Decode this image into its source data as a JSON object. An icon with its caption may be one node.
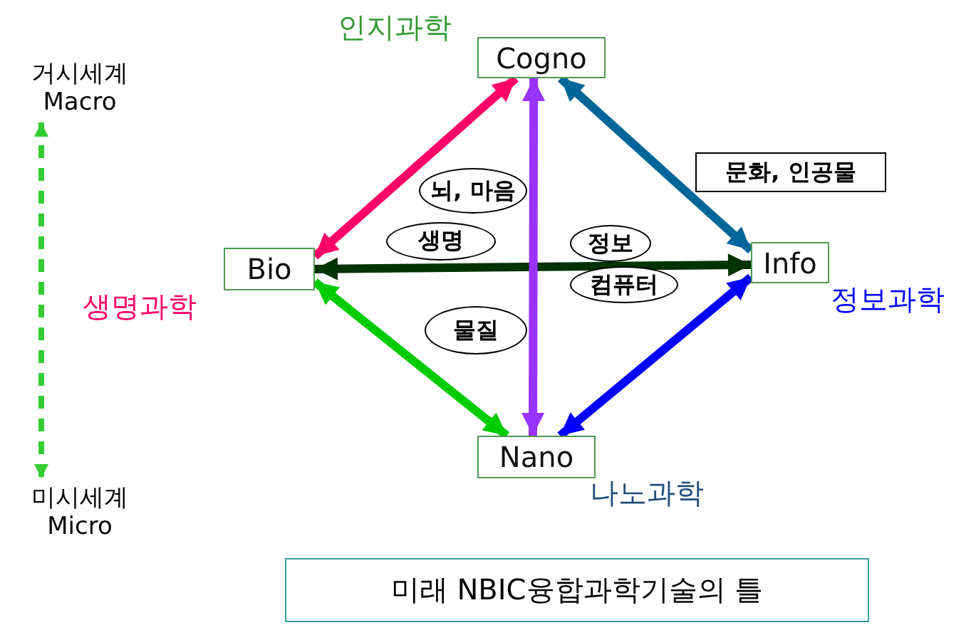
{
  "diagram": {
    "caption": "미래 NBIC융합과학기술의 틀",
    "nodes": [
      {
        "text": [
          "Cogno"
        ],
        "beside": [
          "인지과학"
        ]
      },
      {
        "text": [
          "Bio"
        ],
        "beside": [
          "생명과학"
        ]
      },
      {
        "text": [
          "Info"
        ],
        "beside": [
          "정보과학"
        ]
      },
      {
        "text": [
          "Nano"
        ],
        "beside": [
          "나노과학"
        ]
      },
      {
        "text": [
          "문화, 인공물"
        ]
      },
      {
        "text": [
          "뇌, 마음"
        ]
      },
      {
        "text": [
          "생명"
        ]
      },
      {
        "text": [
          "정보"
        ]
      },
      {
        "text": [
          "컴퓨터"
        ]
      },
      {
        "text": [
          "물질"
        ]
      },
      {
        "text": [
          "거시세계",
          "Macro"
        ]
      },
      {
        "text": [
          "미시세계",
          "Micro"
        ]
      }
    ],
    "edges": [
      {
        "from": 1,
        "to": 0,
        "arrow": "both",
        "color": "#ff0066"
      },
      {
        "from": 0,
        "to": 2,
        "arrow": "both",
        "color": "#006699"
      },
      {
        "from": 1,
        "to": 2,
        "arrow": "both",
        "color": "#003300"
      },
      {
        "from": 3,
        "to": 0,
        "arrow": "both",
        "color": "#9933ff"
      },
      {
        "from": 1,
        "to": 3,
        "arrow": "both",
        "color": "#00cc00"
      },
      {
        "from": 2,
        "to": 3,
        "arrow": "both",
        "color": "#0000ff"
      },
      {
        "from": 10,
        "to": 11,
        "arrow": "both",
        "style": "dashed",
        "color": "#33cc33"
      }
    ]
  }
}
